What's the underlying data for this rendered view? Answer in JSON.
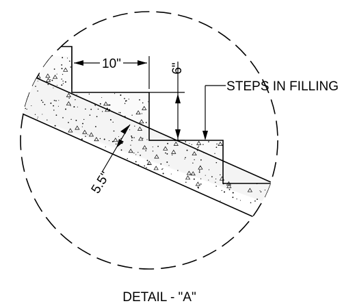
{
  "dimensions": {
    "tread": "10\"",
    "riser": "6\"",
    "slab_thickness": "5.5\""
  },
  "callout": "STEPS IN FILLING",
  "title": "DETAIL - \"A\""
}
